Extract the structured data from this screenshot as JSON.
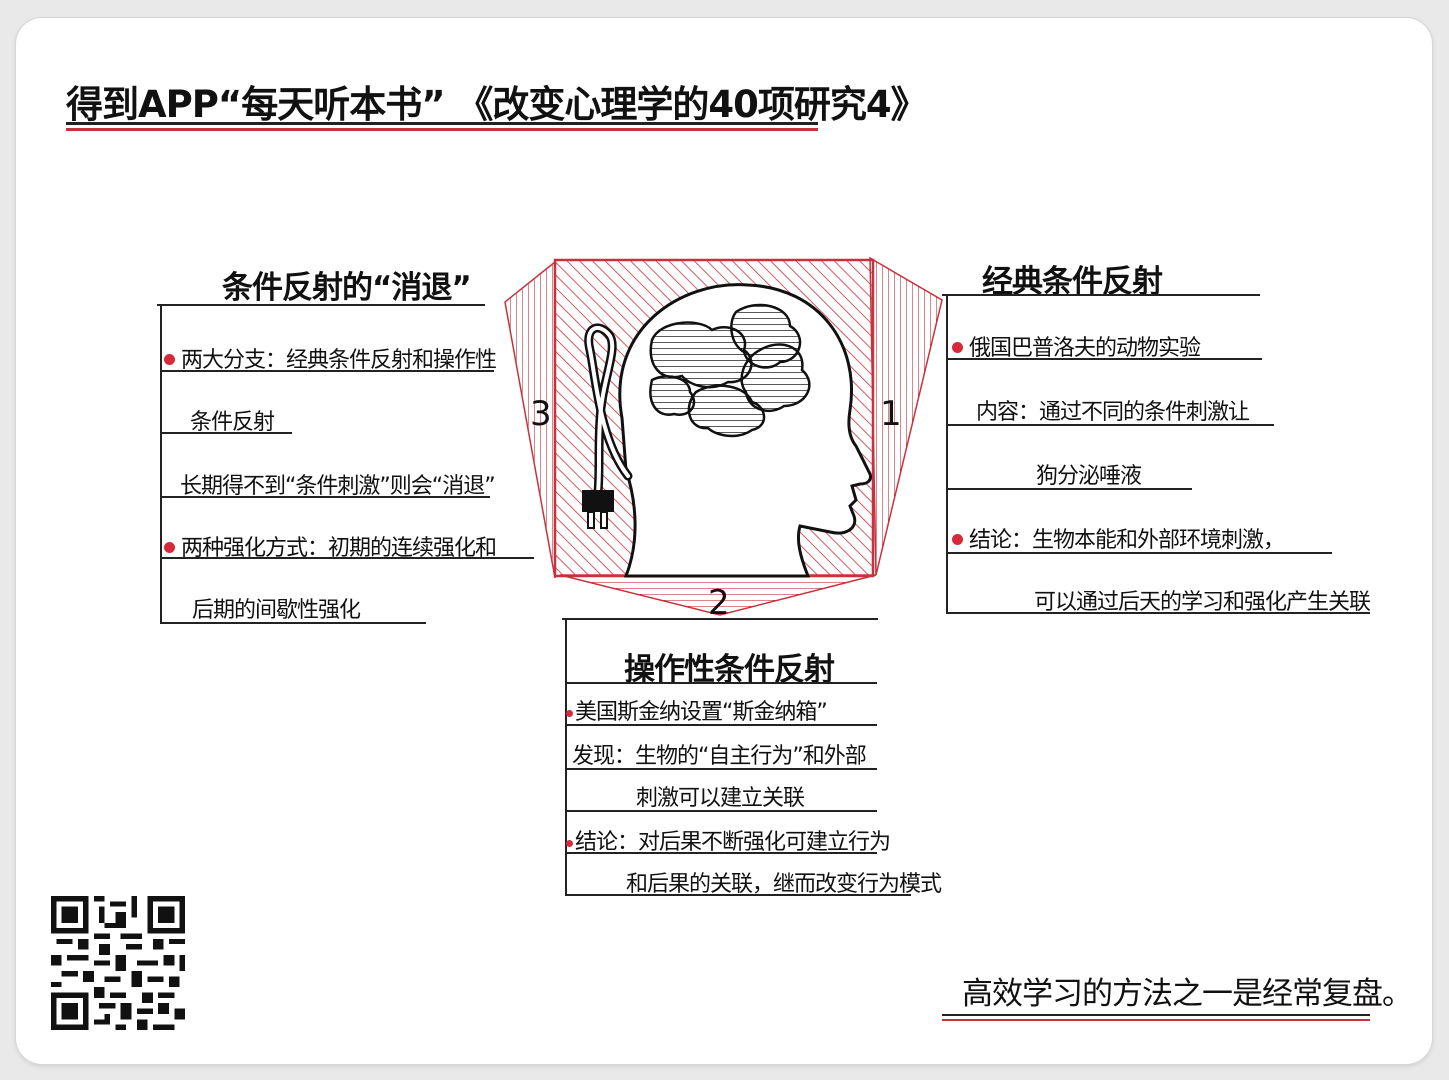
{
  "title": "得到APP“每天听本书” 《改变心理学的40项研究4》",
  "center": {
    "num_right": "1",
    "num_bottom": "2",
    "num_left": "3",
    "icon": "head-with-brain-and-plug"
  },
  "section1": {
    "title": "经典条件反射",
    "lines": [
      "俄国巴普洛夫的动物实验",
      "内容：通过不同的条件刺激让",
      "狗分泌唾液",
      "结论：生物本能和外部环境刺激，",
      "可以通过后天的学习和强化产生关联"
    ]
  },
  "section2": {
    "title": "操作性条件反射",
    "lines": [
      "美国斯金纳设置“斯金纳箱”",
      "发现：生物的“自主行为”和外部",
      "刺激可以建立关联",
      "结论：对后果不断强化可建立行为",
      "和后果的关联，继而改变行为模式"
    ]
  },
  "section3": {
    "title": "条件反射的“消退”",
    "lines": [
      "两大分支：经典条件反射和操作性",
      "条件反射",
      "长期得不到“条件刺激”则会“消退”",
      "两种强化方式：初期的连续强化和",
      "后期的间歇性强化"
    ]
  },
  "footer": "高效学习的方法之一是经常复盘。",
  "colors": {
    "accent": "#c8323c",
    "dot": "#d42a3a",
    "ink": "#111111"
  }
}
